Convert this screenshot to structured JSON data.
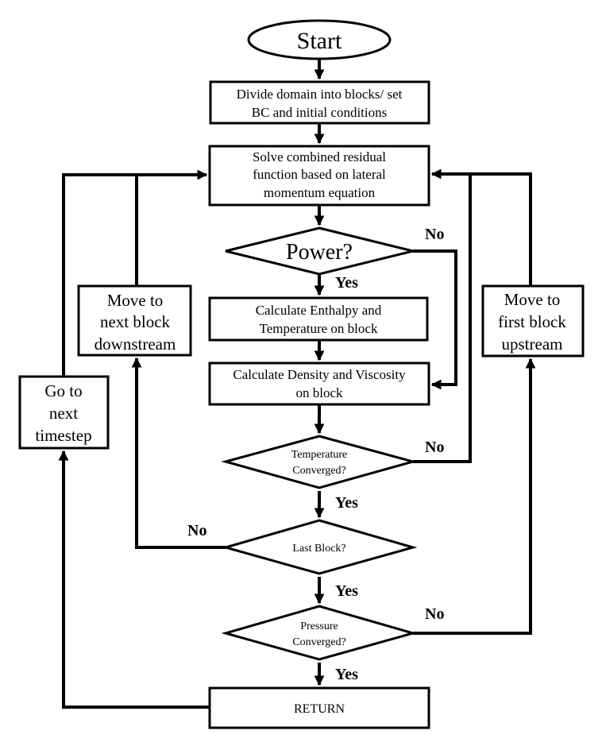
{
  "nodes": {
    "start": {
      "label": "Start"
    },
    "divide": {
      "line1": "Divide domain into blocks/ set",
      "line2": "BC and initial conditions"
    },
    "solve": {
      "line1": "Solve combined residual",
      "line2": "function based on lateral",
      "line3": "momentum equation"
    },
    "power": {
      "label": "Power?"
    },
    "enthalpy": {
      "line1": "Calculate Enthalpy and",
      "line2": "Temperature on block"
    },
    "density": {
      "line1": "Calculate Density and Viscosity",
      "line2": "on block"
    },
    "temp_conv": {
      "line1": "Temperature",
      "line2": "Converged?"
    },
    "last_block": {
      "label": "Last Block?"
    },
    "pres_conv": {
      "line1": "Pressure",
      "line2": "Converged?"
    },
    "ret": {
      "label": "RETURN"
    },
    "move_down": {
      "line1": "Move to",
      "line2": "next block",
      "line3": "downstream"
    },
    "move_up": {
      "line1": "Move to",
      "line2": "first block",
      "line3": "upstream"
    },
    "next_ts": {
      "line1": "Go to",
      "line2": "next",
      "line3": "timestep"
    }
  },
  "edge_labels": {
    "power_no": "No",
    "power_yes": "Yes",
    "temp_no": "No",
    "temp_yes": "Yes",
    "last_no": "No",
    "last_yes": "Yes",
    "pres_no": "No",
    "pres_yes": "Yes"
  }
}
